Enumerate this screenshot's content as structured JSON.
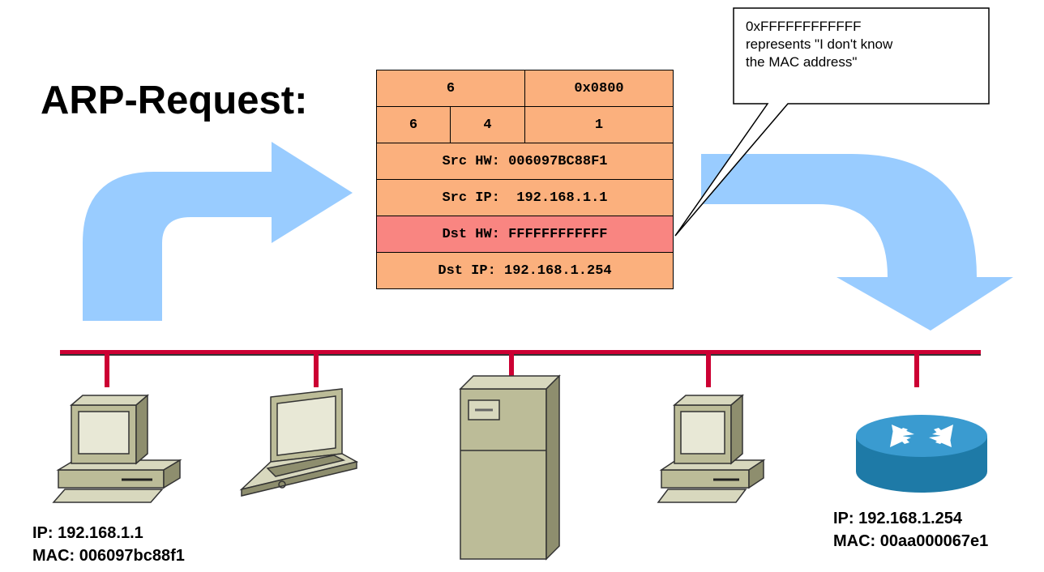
{
  "title": "ARP-Request:",
  "packet": {
    "rows": [
      {
        "cells": [
          "6",
          "0x0800"
        ]
      },
      {
        "cells": [
          "6",
          "4",
          "1"
        ]
      },
      {
        "cells": [
          "Src HW: 006097BC88F1"
        ]
      },
      {
        "cells": [
          "Src IP:  192.168.1.1"
        ]
      },
      {
        "cells": [
          "Dst HW: FFFFFFFFFFFF"
        ],
        "highlight": true
      },
      {
        "cells": [
          "Dst IP: 192.168.1.254"
        ]
      }
    ],
    "colors": {
      "fill": "#fbb07d",
      "highlight": "#f98581"
    }
  },
  "callout": {
    "lines": [
      "0xFFFFFFFFFFFF",
      "represents \"I don't know",
      "the MAC address\""
    ]
  },
  "hosts": {
    "source": {
      "ip": "IP: 192.168.1.1",
      "mac": "MAC: 006097bc88f1"
    },
    "target": {
      "ip": "IP: 192.168.1.254",
      "mac": "MAC: 00aa000067e1"
    }
  },
  "colors": {
    "arrow": "#99ccff",
    "network": "#cc0033"
  }
}
